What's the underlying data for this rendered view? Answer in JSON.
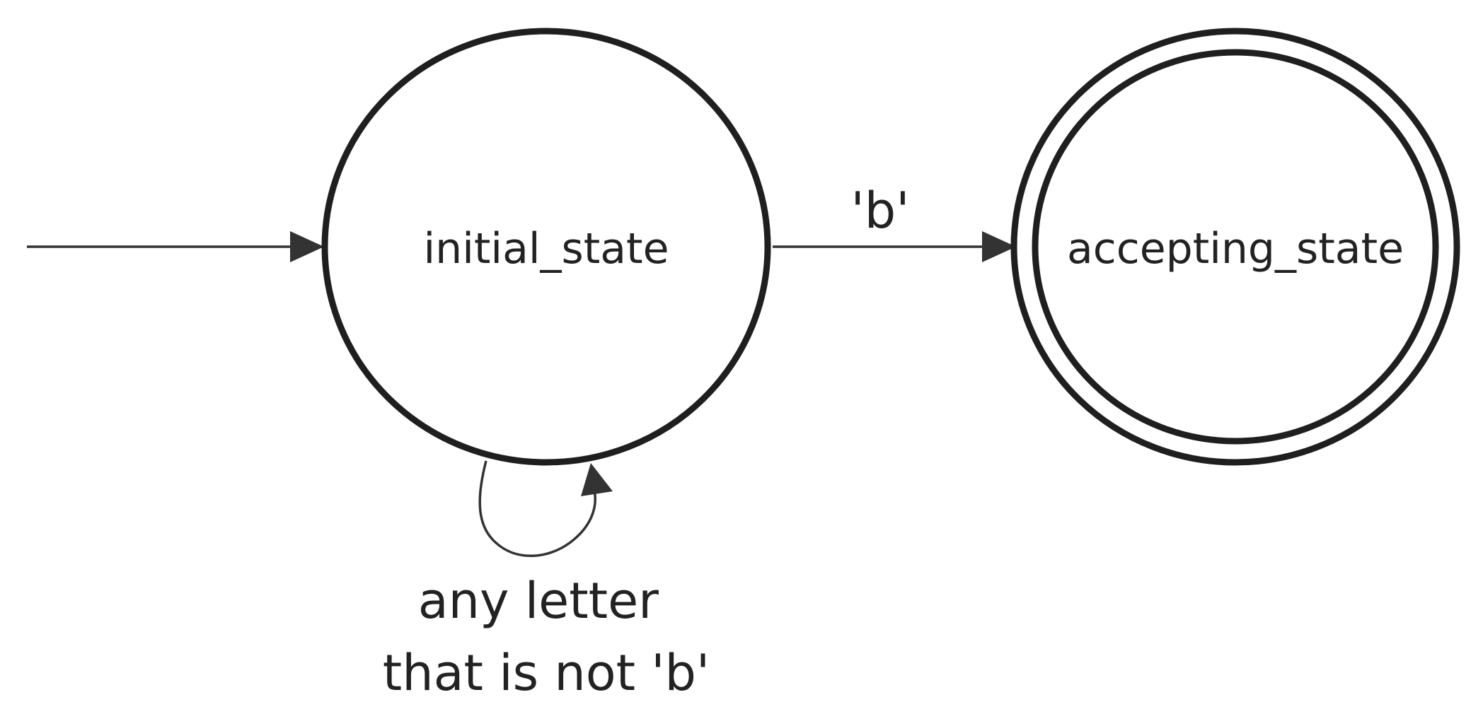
{
  "diagram": {
    "type": "state-machine",
    "states": {
      "initial": {
        "label": "initial_state",
        "accepting": false
      },
      "accepting": {
        "label": "accepting_state",
        "accepting": true
      }
    },
    "transitions": {
      "start": {
        "label": ""
      },
      "b_transition": {
        "label": "'b'"
      },
      "self_loop": {
        "label_line1": "any letter",
        "label_line2": "that is not 'b'"
      }
    },
    "colors": {
      "stroke": "#1f1f1f",
      "edge": "#333333",
      "text": "#222222",
      "background": "#ffffff"
    }
  }
}
